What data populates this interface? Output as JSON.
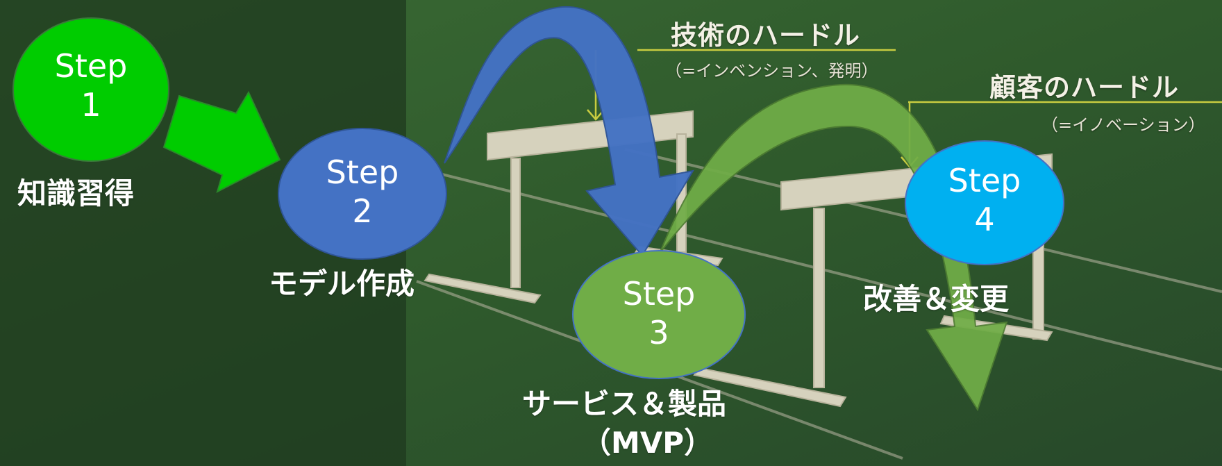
{
  "hurdles": {
    "technology": {
      "title": "技術のハードル",
      "subtitle": "（=インベンション、発明）"
    },
    "customer": {
      "title": "顧客のハードル",
      "subtitle": "（=イノベーション）"
    }
  },
  "steps": [
    {
      "word": "Step",
      "number": "1",
      "label": "知識習得",
      "color": "#00cc00"
    },
    {
      "word": "Step",
      "number": "2",
      "label": "モデル作成",
      "color": "#4472c4"
    },
    {
      "word": "Step",
      "number": "3",
      "label": "サービス＆製品",
      "label_line2": "（MVP）",
      "color": "#70ad47"
    },
    {
      "word": "Step",
      "number": "4",
      "label": "改善＆変更",
      "color": "#00b0f0"
    }
  ]
}
